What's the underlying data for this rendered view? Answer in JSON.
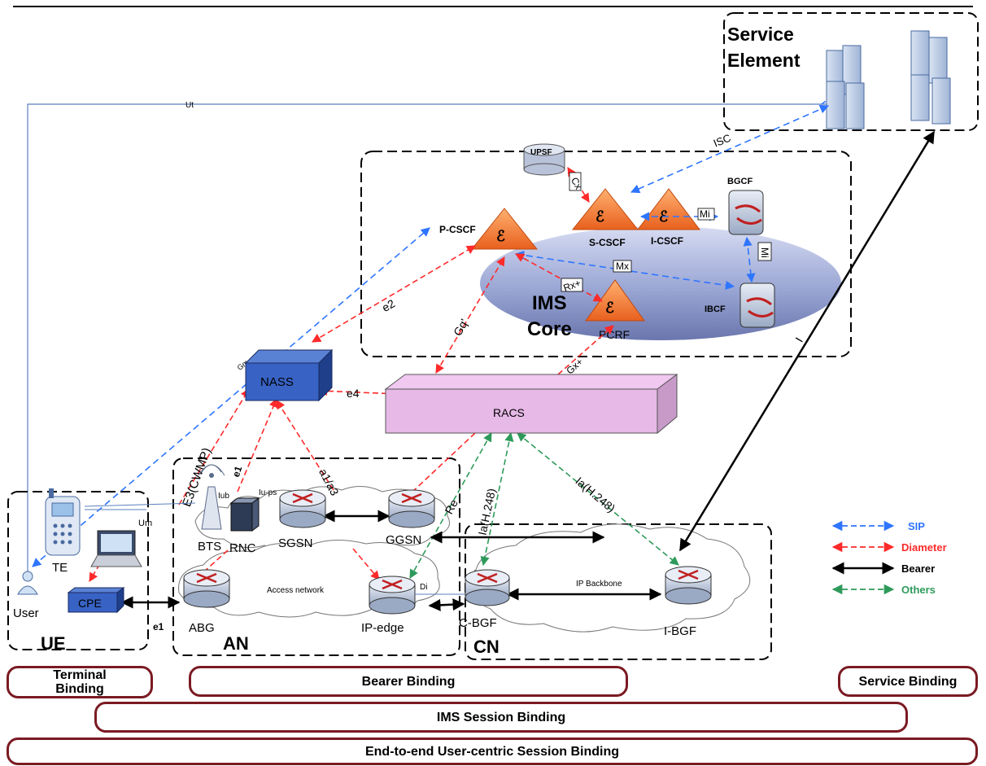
{
  "regions": {
    "service_element": "Service\nElement",
    "ims_core": "IMS\nCore",
    "ue": "UE",
    "an": "AN",
    "cn": "CN"
  },
  "nodes": {
    "upsf": "UPSF",
    "p_cscf": "P-CSCF",
    "s_cscf": "S-CSCF",
    "i_cscf": "I-CSCF",
    "bgcf": "BGCF",
    "ibcf": "IBCF",
    "pcrf": "PCRF",
    "nass": "NASS",
    "racs": "RACS",
    "bts": "BTS",
    "rnc": "RNC",
    "sgsn": "SGSN",
    "ggsn": "GGSN",
    "abg": "ABG",
    "ip_edge": "IP-edge",
    "c_bgf": "C-BGF",
    "i_bgf": "I-BGF",
    "te": "TE",
    "user": "User",
    "cpe": "CPE",
    "access_network": "Access network",
    "ip_backbone": "IP Backbone"
  },
  "interfaces": {
    "ut": "Ut",
    "isc": "ISC",
    "cx": "Cx",
    "mi1": "Mi",
    "mi2": "Mi",
    "mx": "Mx",
    "rx": "Rx+",
    "gq": "Gq'",
    "gx": "Gx+",
    "e2": "e2",
    "e4": "e4",
    "gm": "Gm",
    "e3": "E3(CWMP)",
    "e1a": "e1",
    "e1b": "e1",
    "a1a3": "a1/a3",
    "re": "Re",
    "ia1": "Ia(H.248)",
    "ia2": "Ia(H.248)",
    "di": "Di",
    "iub": "Iub",
    "iups": "Iu-ps",
    "um": "Um",
    "i": "I"
  },
  "legend": [
    {
      "label": "SIP",
      "color": "#2e75ff"
    },
    {
      "label": "Diameter",
      "color": "#ff2a2a"
    },
    {
      "label": "Bearer",
      "color": "#000000"
    },
    {
      "label": "Others",
      "color": "#2e9a5a"
    }
  ],
  "bindings": {
    "terminal": "Terminal\nBinding",
    "bearer": "Bearer Binding",
    "service": "Service Binding",
    "ims_session": "IMS Session Binding",
    "end_to_end": "End-to-end User-centric Session Binding"
  }
}
